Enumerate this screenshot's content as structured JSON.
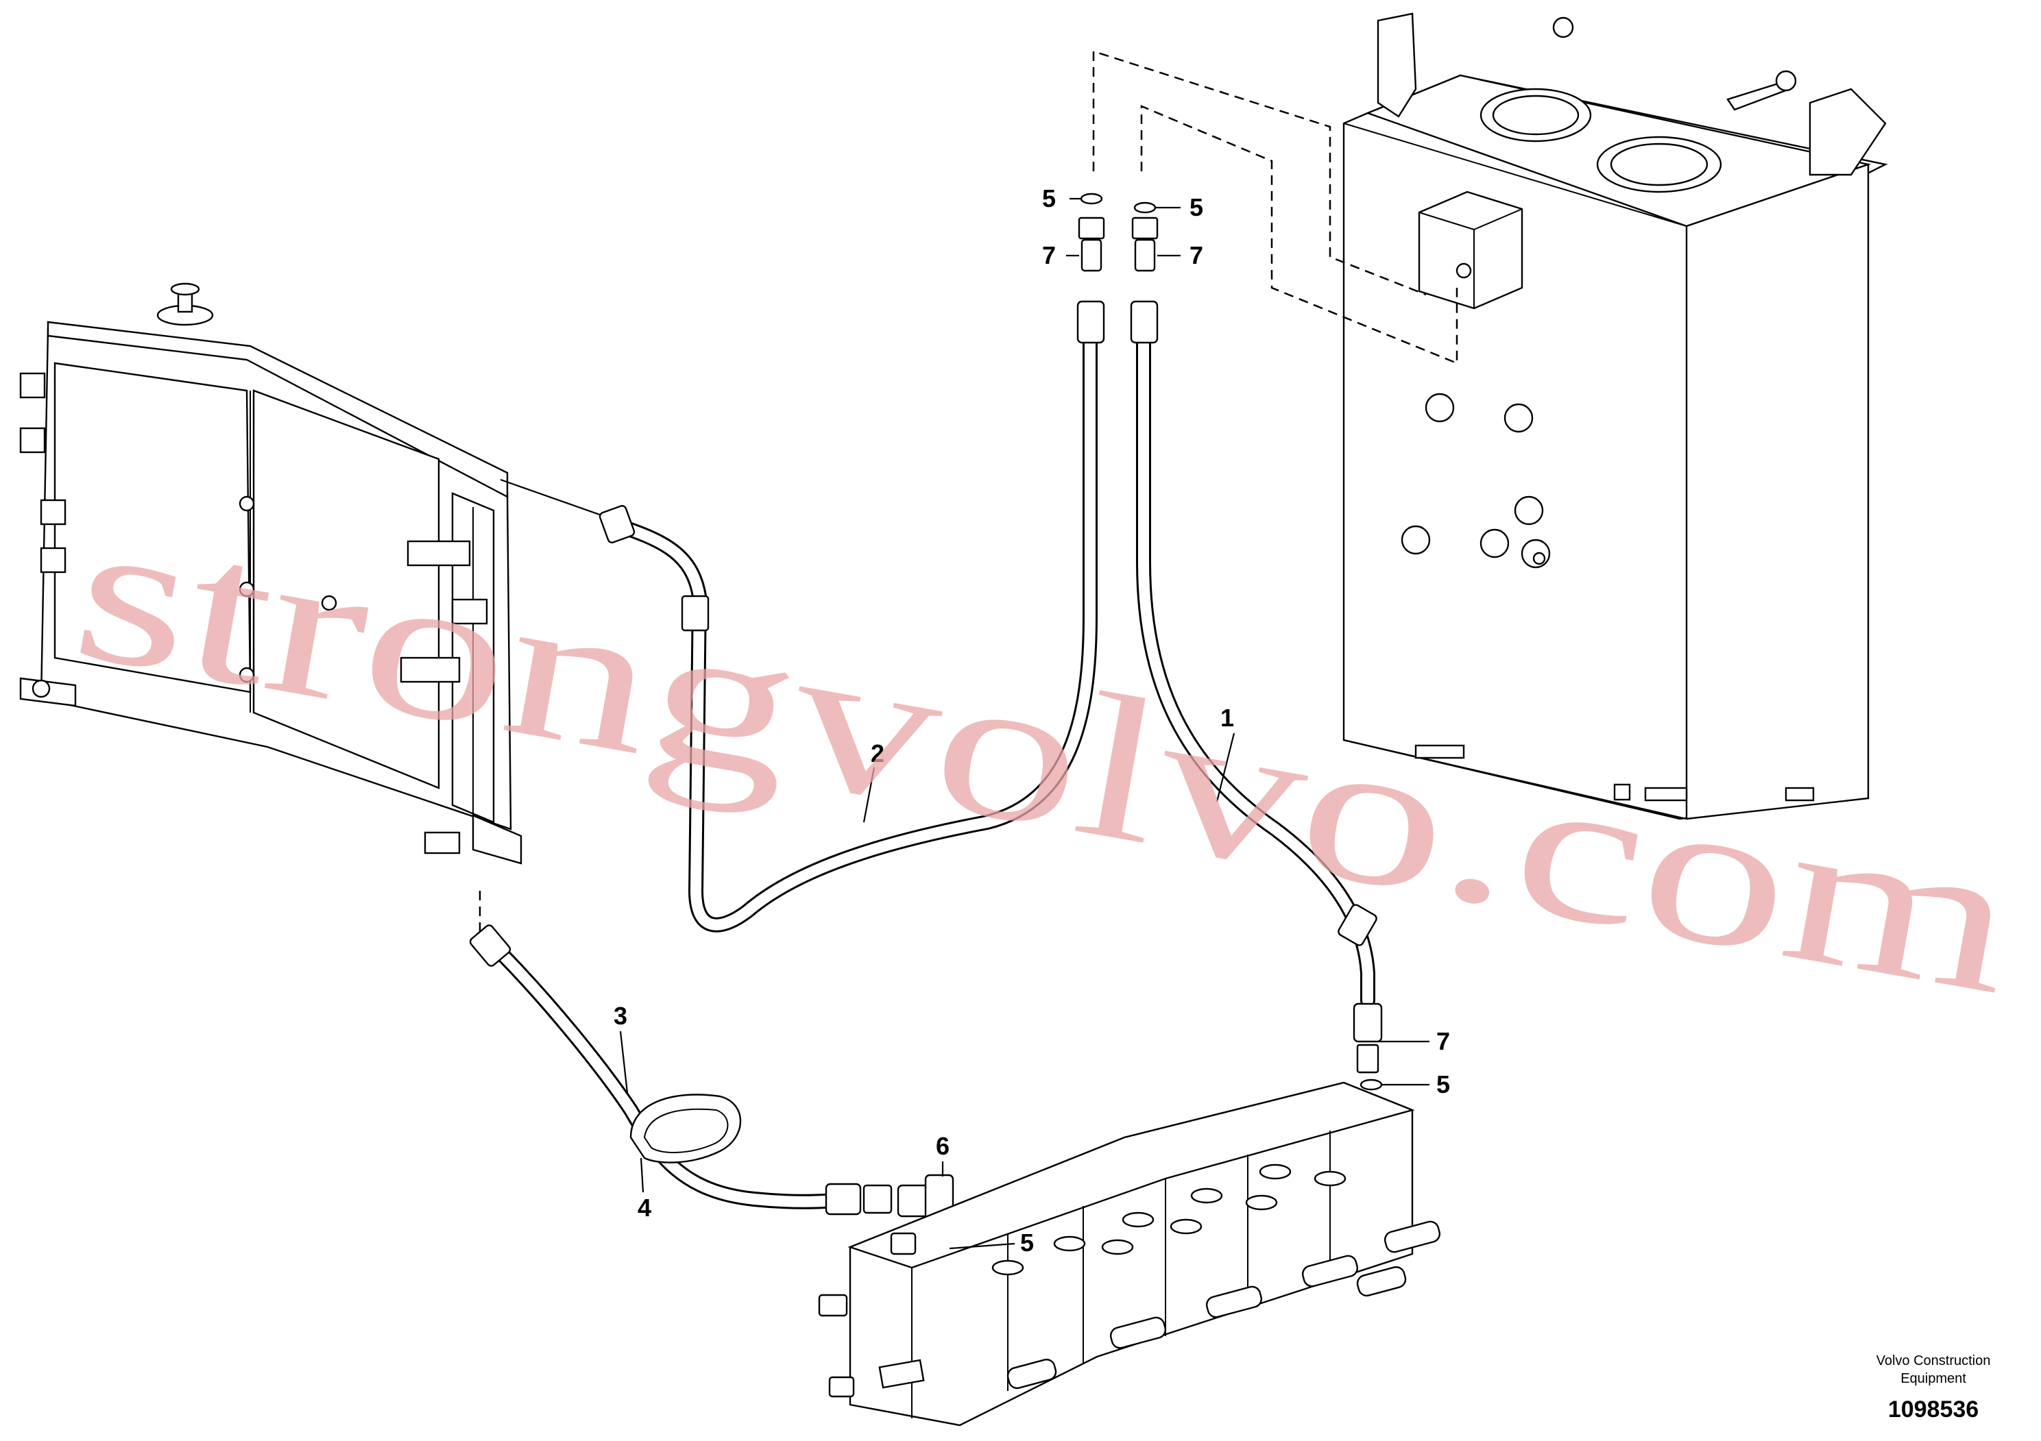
{
  "diagram": {
    "callouts": [
      {
        "id": "hose-1-callout",
        "text": "1"
      },
      {
        "id": "hose-2-callout",
        "text": "2"
      },
      {
        "id": "hose-3-callout",
        "text": "3"
      },
      {
        "id": "clamp-4-callout",
        "text": "4"
      },
      {
        "id": "seal-5-tank-left-callout",
        "text": "5"
      },
      {
        "id": "seal-5-tank-right-callout",
        "text": "5"
      },
      {
        "id": "seal-5-valve-right-callout",
        "text": "5"
      },
      {
        "id": "seal-5-valve-left-callout",
        "text": "5"
      },
      {
        "id": "elbow-6-callout",
        "text": "6"
      },
      {
        "id": "nipple-7-tank-left-callout",
        "text": "7"
      },
      {
        "id": "nipple-7-tank-right-callout",
        "text": "7"
      },
      {
        "id": "nipple-7-valve-right-callout",
        "text": "7"
      }
    ],
    "watermark": "strongvolvo.com",
    "credit_line1": "Volvo Construction",
    "credit_line2": "Equipment",
    "drawing_number": "1098536"
  }
}
